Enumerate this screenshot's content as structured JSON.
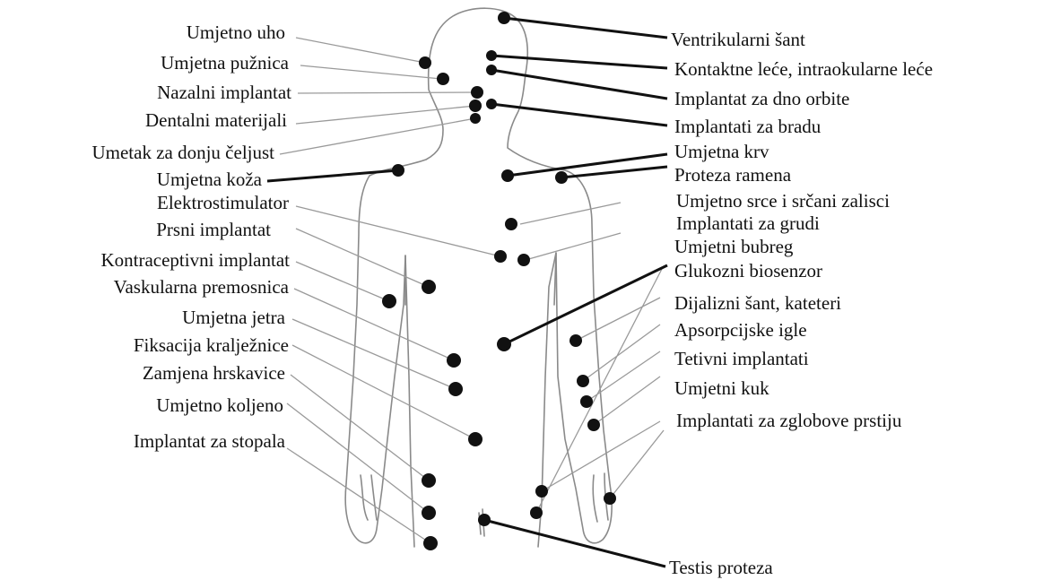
{
  "left_labels": [
    "Umjetno uho",
    "Umjetna pužnica",
    "Nazalni implantat",
    "Dentalni materijali",
    "Umetak za donju čeljust",
    "Umjetna koža",
    "Elektrostimulator",
    "Prsni implantat",
    "Kontraceptivni implantat",
    "Vaskularna premosnica",
    "Umjetna jetra",
    "Fiksacija kralježnice",
    "Zamjena hrskavice",
    "Umjetno koljeno",
    "Implantat za stopala"
  ],
  "right_labels": [
    "Ventrikularni šant",
    "Kontaktne leće, intraokularne leće",
    "Implantat za dno orbite",
    "Implantati za bradu",
    "Umjetna krv",
    "Proteza ramena",
    "Umjetno srce i srčani zalisci",
    "Implantati za grudi",
    "Umjetni bubreg",
    "Glukozni biosenzor",
    "Dijalizni šant, kateteri",
    "Apsorpcijske igle",
    "Tetivni implantati",
    "Umjetni kuk",
    "Implantati za zglobove prstiju",
    "Testis proteza"
  ],
  "colors": {
    "ink": "#111111",
    "outline": "#8a8a8a",
    "leader": "#9a9a9a"
  }
}
